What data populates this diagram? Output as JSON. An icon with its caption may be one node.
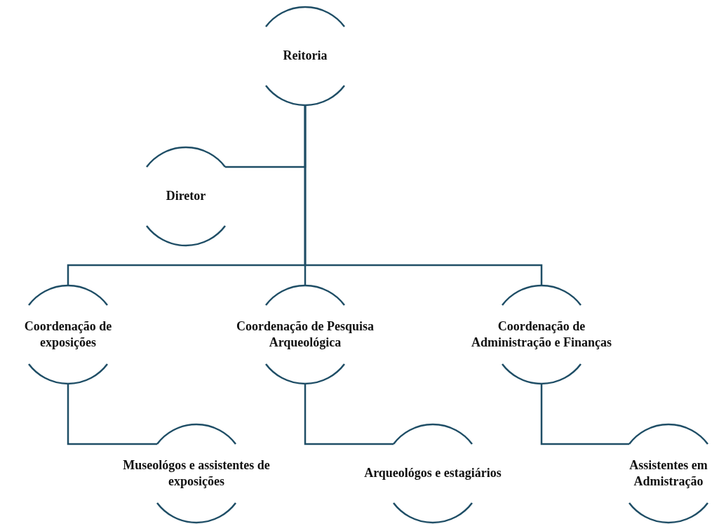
{
  "diagram": {
    "nodes": [
      {
        "text": [
          "Reitoria"
        ]
      },
      {
        "text": [
          "Diretor"
        ]
      },
      {
        "text": [
          "Coordenação de exposições"
        ]
      },
      {
        "text": [
          "Coordenação de Pesquisa Arqueológica"
        ]
      },
      {
        "text": [
          "Coordenação de Administração e Finanças"
        ]
      },
      {
        "text": [
          "Museológos e assistentes de exposições"
        ]
      },
      {
        "text": [
          "Arqueológos e estagiários"
        ]
      },
      {
        "text": [
          "Assistentes em Admistração"
        ]
      }
    ],
    "edges": [
      {
        "from": 0,
        "to": 1,
        "arrow": "none"
      },
      {
        "from": 0,
        "to": 2,
        "arrow": "none"
      },
      {
        "from": 0,
        "to": 3,
        "arrow": "none"
      },
      {
        "from": 0,
        "to": 4,
        "arrow": "none"
      },
      {
        "from": 2,
        "to": 5,
        "arrow": "none"
      },
      {
        "from": 3,
        "to": 6,
        "arrow": "none"
      },
      {
        "from": 4,
        "to": 7,
        "arrow": "none"
      }
    ]
  }
}
